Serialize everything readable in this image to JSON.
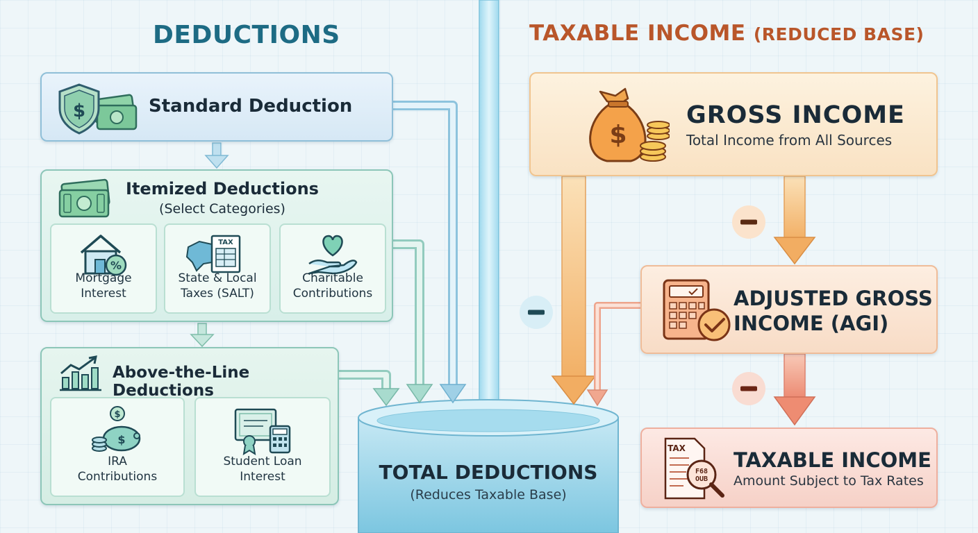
{
  "titles": {
    "left": "DEDUCTIONS",
    "right_main": "TAXABLE INCOME ",
    "right_paren": "(REDUCED BASE)"
  },
  "deductions": {
    "standard": {
      "label": "Standard Deduction",
      "icon": "shield-dollar-icon"
    },
    "itemized": {
      "title": "Itemized Deductions",
      "subtitle": "(Select Categories)",
      "icon": "cash-icon",
      "items": [
        {
          "label": "Mortgage\nInterest",
          "icon": "house-percent-icon"
        },
        {
          "label": "State & Local\nTaxes (SALT)",
          "icon": "state-tax-form-icon",
          "icon_text": "TAX"
        },
        {
          "label": "Charitable\nContributions",
          "icon": "heart-hand-icon"
        }
      ]
    },
    "above_line": {
      "title": "Above-the-Line Deductions",
      "icon": "growth-chart-icon",
      "items": [
        {
          "label": "IRA\nContributions",
          "icon": "piggy-bank-icon"
        },
        {
          "label": "Student Loan\nInterest",
          "icon": "diploma-calculator-icon"
        }
      ]
    },
    "total": {
      "title": "TOTAL DEDUCTIONS",
      "subtitle": "(Reduces Taxable Base)",
      "icon": "water-tank-icon"
    }
  },
  "income": {
    "gross": {
      "title": "GROSS INCOME",
      "subtitle": "Total Income from All Sources",
      "icon": "money-bag-icon"
    },
    "agi": {
      "title_line1": "ADJUSTED GROSS",
      "title_line2": "INCOME (AGI)",
      "icon": "calculator-check-icon"
    },
    "taxable": {
      "title": "TAXABLE INCOME",
      "subtitle": "Amount Subject to Tax Rates",
      "icon": "tax-form-magnifier-icon",
      "icon_text": "TAX",
      "magnifier_text_1": "F68",
      "magnifier_text_2": "OUB"
    }
  },
  "colors": {
    "deduction_blue": "#1d6b84",
    "income_orange": "#b9562a",
    "water": "#8fd3e8"
  }
}
